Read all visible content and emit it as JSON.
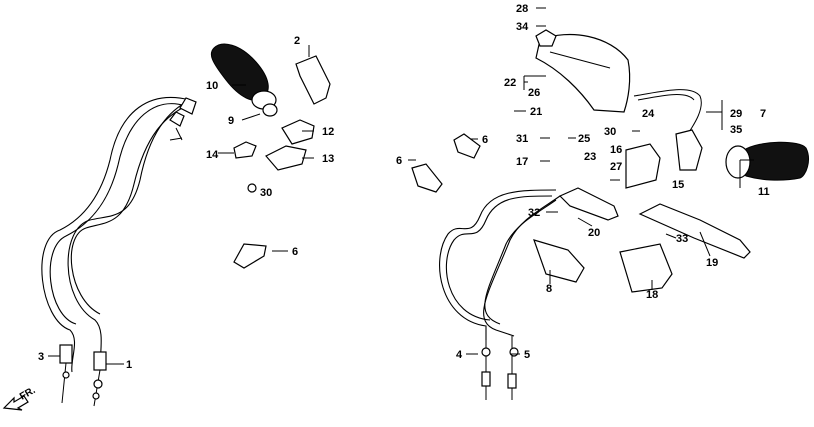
{
  "diagram": {
    "direction_label": "FR.",
    "callouts": [
      "1",
      "2",
      "3",
      "4",
      "5",
      "6",
      "6",
      "6",
      "7",
      "8",
      "9",
      "10",
      "11",
      "12",
      "13",
      "14",
      "15",
      "16",
      "17",
      "18",
      "19",
      "20",
      "21",
      "22",
      "23",
      "24",
      "25",
      "26",
      "27",
      "28",
      "29",
      "30",
      "30",
      "31",
      "32",
      "33",
      "34",
      "35"
    ]
  }
}
